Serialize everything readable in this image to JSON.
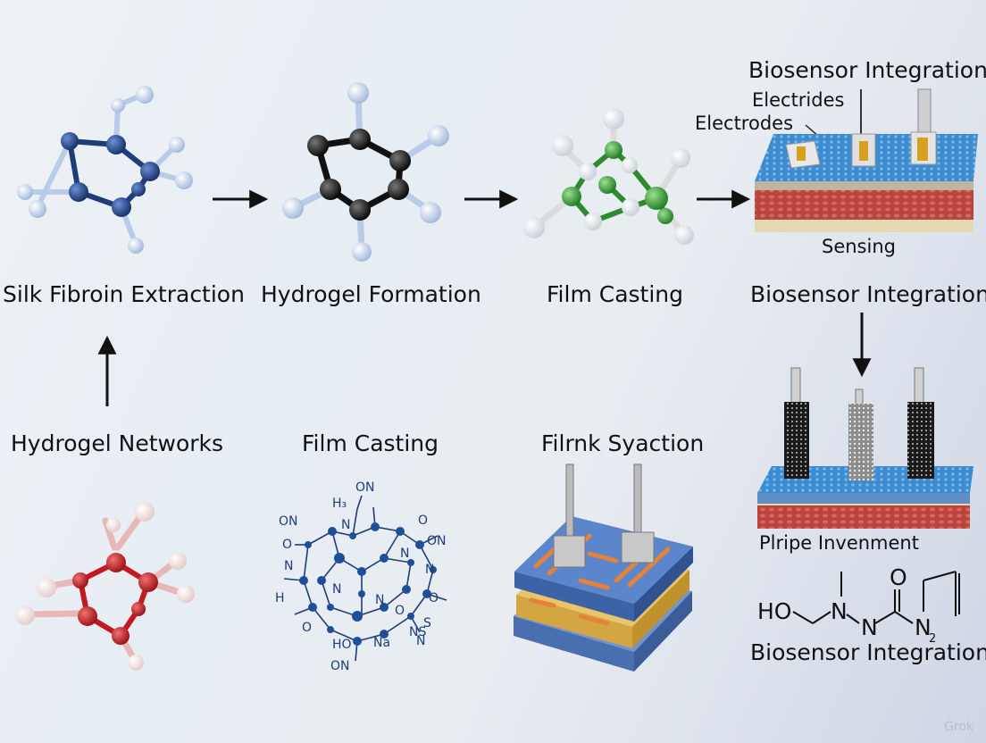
{
  "labels": {
    "silk_fibroin_extraction": "Silk Fibroin Extraction",
    "hydrogel_formation": "Hydrogel Formation",
    "film_casting_top": "Film Casting",
    "biosensor_integration_mid": "Biosensor Integration",
    "biosensor_integration_top": "Biosensor Integration",
    "electrides": "Electrides",
    "electrodes": "Electrodes",
    "sensing": "Sensing",
    "hydrogel_networks": "Hydrogel Networks",
    "film_casting_bottom": "Film Casting",
    "filrnk_syaction": "Filrnk Syaction",
    "plripe_invenment": "Plripe Invenment",
    "biosensor_integration_bottom": "Biosensor Integration"
  },
  "structure_text": {
    "ho": "HO",
    "n1": "N",
    "n2": "N",
    "o": "O",
    "n3": "N",
    "sub2": "2"
  },
  "peptide_text": [
    "H₃",
    "ON",
    "ON",
    "N",
    "O",
    "O",
    "ON",
    "N",
    "N",
    "N",
    "H",
    "N",
    "O",
    "N",
    "O",
    "S",
    "N",
    "HO",
    "Na",
    "NS",
    "ON",
    "O"
  ],
  "colors": {
    "navy": "#1f3d7a",
    "black_atom": "#111111",
    "green_atom": "#3a9a3a",
    "red_atom": "#c4181f",
    "bond_light": "#b8cbe8",
    "atom_light": "#c9d8ee"
  },
  "watermark": "Grok"
}
